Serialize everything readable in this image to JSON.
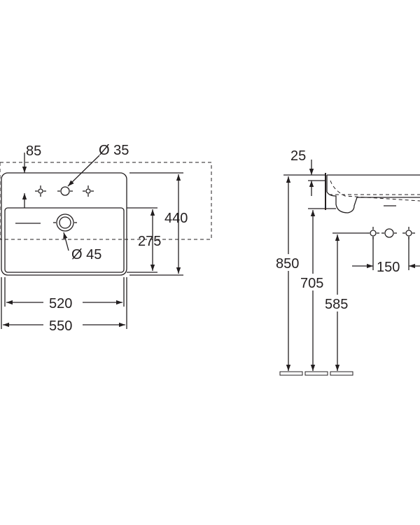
{
  "top_view": {
    "dim_tap_offset": "85",
    "dim_tap_hole": "Ø 35",
    "dim_waste_hole": "Ø 45",
    "dim_outer_depth": "440",
    "dim_bowl_depth": "275",
    "dim_inner_width": "520",
    "dim_outer_width": "550"
  },
  "side_view": {
    "dim_rim_thickness": "25",
    "dim_rim_height": "850",
    "dim_bowl_height": "705",
    "dim_waste_height": "585",
    "dim_hole_spacing": "150"
  },
  "colors": {
    "line": "#231f20",
    "background": "#ffffff"
  }
}
